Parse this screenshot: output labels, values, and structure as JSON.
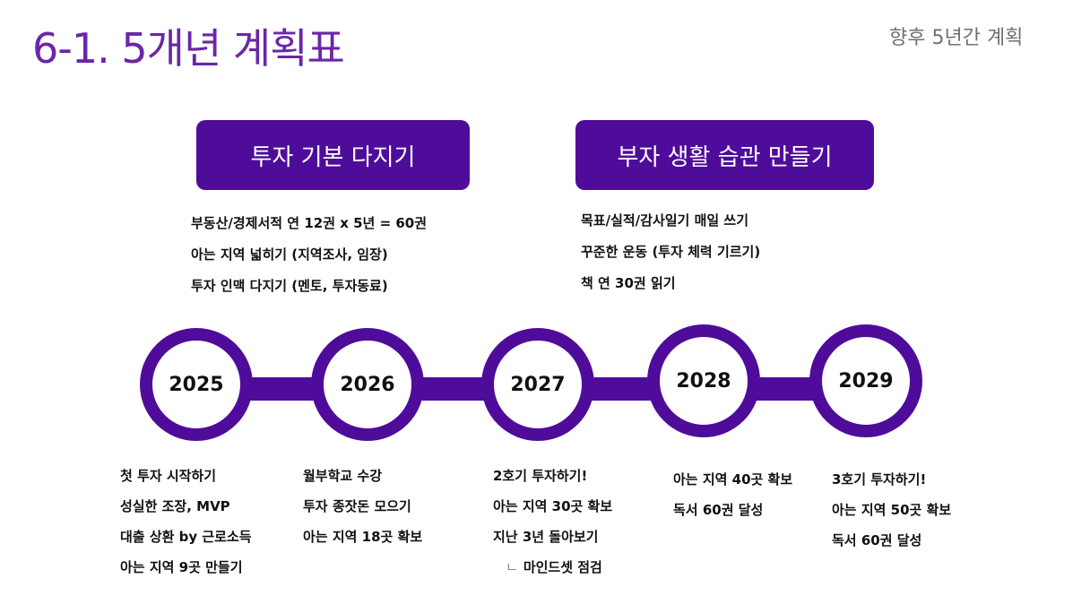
{
  "header": {
    "title": "6-1. 5개년 계획표",
    "subtitle": "향후 5년간 계획"
  },
  "themes": [
    {
      "label": "투자 기본 다지기",
      "items": [
        "부동산/경제서적 연 12권 x 5년 = 60권",
        "아는 지역 넓히기 (지역조사, 임장)",
        "투자 인맥 다지기 (멘토, 투자동료)"
      ]
    },
    {
      "label": "부자 생활 습관 만들기",
      "items": [
        "목표/실적/감사일기 매일 쓰기",
        "꾸준한 운동 (투자 체력 기르기)",
        "책 연 30권 읽기"
      ]
    }
  ],
  "timeline": {
    "years": [
      {
        "year": "2025",
        "items": [
          "첫 투자 시작하기",
          "성실한 조장, MVP",
          "대출 상환 by 근로소득",
          "아는 지역 9곳 만들기"
        ]
      },
      {
        "year": "2026",
        "items": [
          "월부학교 수강",
          "투자 종잣돈 모으기",
          "아는 지역 18곳 확보"
        ]
      },
      {
        "year": "2027",
        "items": [
          "2호기 투자하기!",
          "아는 지역 30곳 확보",
          "지난 3년 돌아보기"
        ],
        "sub_mark": "ㄴ",
        "sub_item": "마인드셋 점검"
      },
      {
        "year": "2028",
        "items": [
          "아는 지역 40곳 확보",
          "독서 60권 달성"
        ]
      },
      {
        "year": "2029",
        "items": [
          "3호기 투자하기!",
          "아는 지역 50곳 확보",
          "독서 60권 달성"
        ]
      }
    ]
  },
  "colors": {
    "accent": "#4f0c9a",
    "title": "#6a26a8",
    "subtitle": "#707070"
  }
}
